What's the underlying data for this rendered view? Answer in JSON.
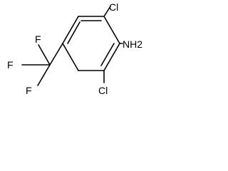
{
  "molecule": {
    "atoms": {
      "cl_top": "Cl",
      "cl_bottom": "Cl",
      "amine": "NH2",
      "f_top": "F",
      "f_left": "F",
      "f_bottom": "F"
    }
  },
  "colors": {
    "ink": "#000000",
    "background": "#ffffff"
  }
}
